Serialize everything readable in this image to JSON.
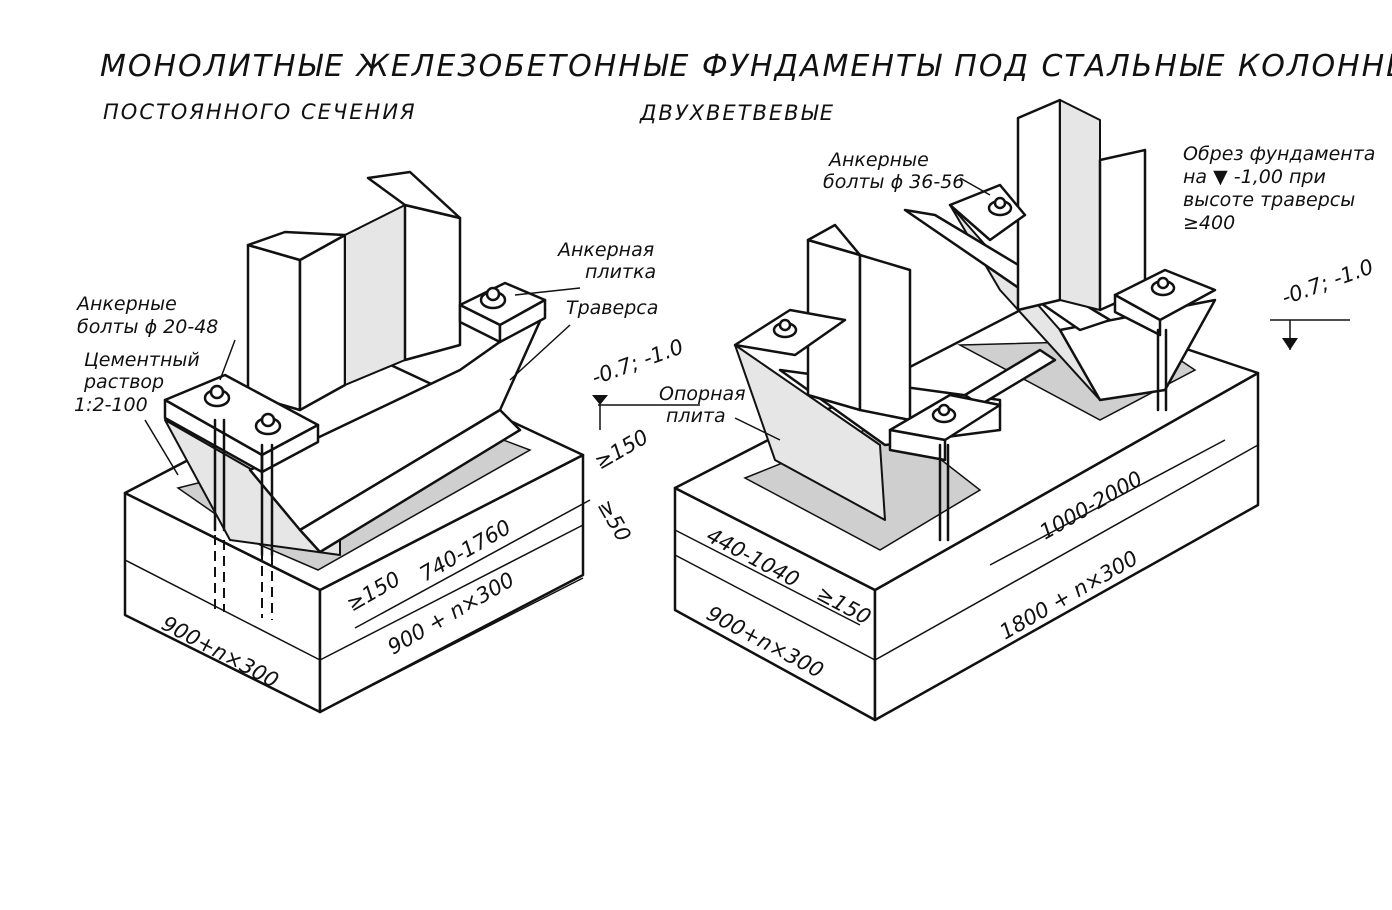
{
  "title": "МОНОЛИТНЫЕ ЖЕЛЕЗОБЕТОННЫЕ ФУНДАМЕНТЫ ПОД СТАЛЬНЫЕ КОЛОННЫ",
  "left": {
    "subtitle": "ПОСТОЯННОГО СЕЧЕНИЯ",
    "labels": {
      "anchor_plate_1": "Анкерная",
      "anchor_plate_2": "плитка",
      "traverse": "Траверса",
      "anchor_bolts_1": "Анкерные",
      "anchor_bolts_2": "болты ϕ 20-48",
      "cement_1": "Цементный",
      "cement_2": "раствор",
      "cement_3": "1:2-100"
    },
    "dims": {
      "level": "-0.7; -1.0",
      "top_offset": "≥150",
      "side_offset": "≥50",
      "inner_offset": "≥150",
      "traverse_len": "740-1760",
      "width_right": "900 + n×300",
      "width_left": "900+n×300"
    }
  },
  "right": {
    "subtitle": "ДВУХВЕТВЕВЫЕ",
    "labels": {
      "anchor_bolts_1": "Анкерные",
      "anchor_bolts_2": "болты ϕ 36-56",
      "support_plate_1": "Опорная",
      "support_plate_2": "плита",
      "note_1": "Обрез фундамента",
      "note_2": "на ▼ -1,00 при",
      "note_3": "высоте траверсы",
      "note_4": "≥400"
    },
    "dims": {
      "level": "-0.7; -1.0",
      "branch_span": "1000-2000",
      "base_len": "440-1040",
      "inner_offset": "≥150",
      "length": "1800 + n×300",
      "width": "900+n×300"
    }
  }
}
